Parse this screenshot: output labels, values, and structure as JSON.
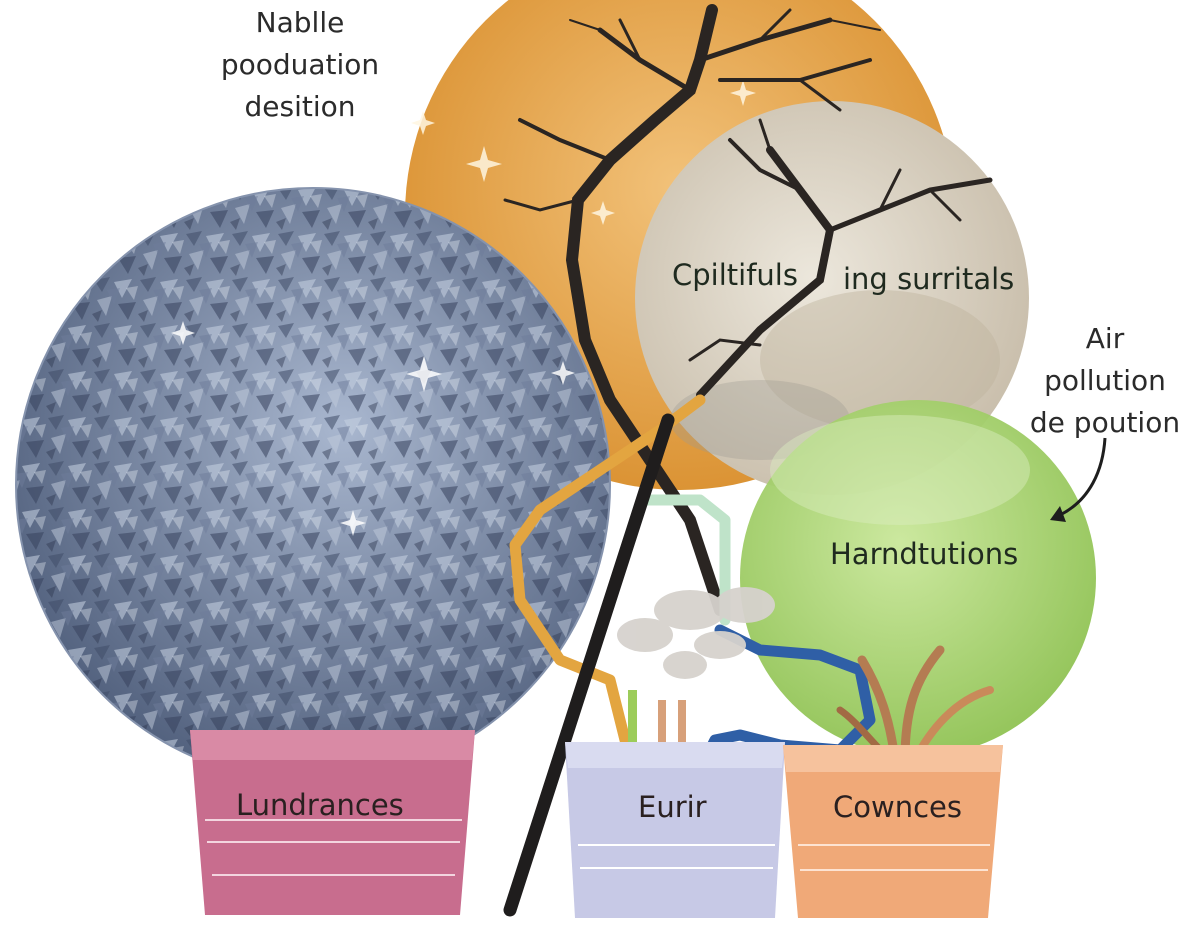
{
  "labels": {
    "top_left": [
      "Nablle",
      "pooduation",
      "desition"
    ],
    "right": [
      "Air",
      "pollution",
      "de poution"
    ],
    "circle_center_left": "Cpiltifuls",
    "circle_center_right": "ing surritals",
    "circle_green": "Harndtutions",
    "pot_left": "Lundrances",
    "pot_middle": "Eurir",
    "pot_right": "Cownces"
  },
  "colors": {
    "orange_circle": "#e6a64a",
    "blue_circle": "#7a8aa6",
    "beige_circle": "#d9d2c4",
    "green_circle": "#a7cf68",
    "pot_pink": "#c86d8e",
    "pot_lavender": "#c7c9e6",
    "pot_peach": "#f0a978",
    "pipe_orange": "#e3a540",
    "pipe_blue": "#2f5fa6",
    "pipe_mint": "#bfe3c9",
    "branch": "#2a2522"
  }
}
